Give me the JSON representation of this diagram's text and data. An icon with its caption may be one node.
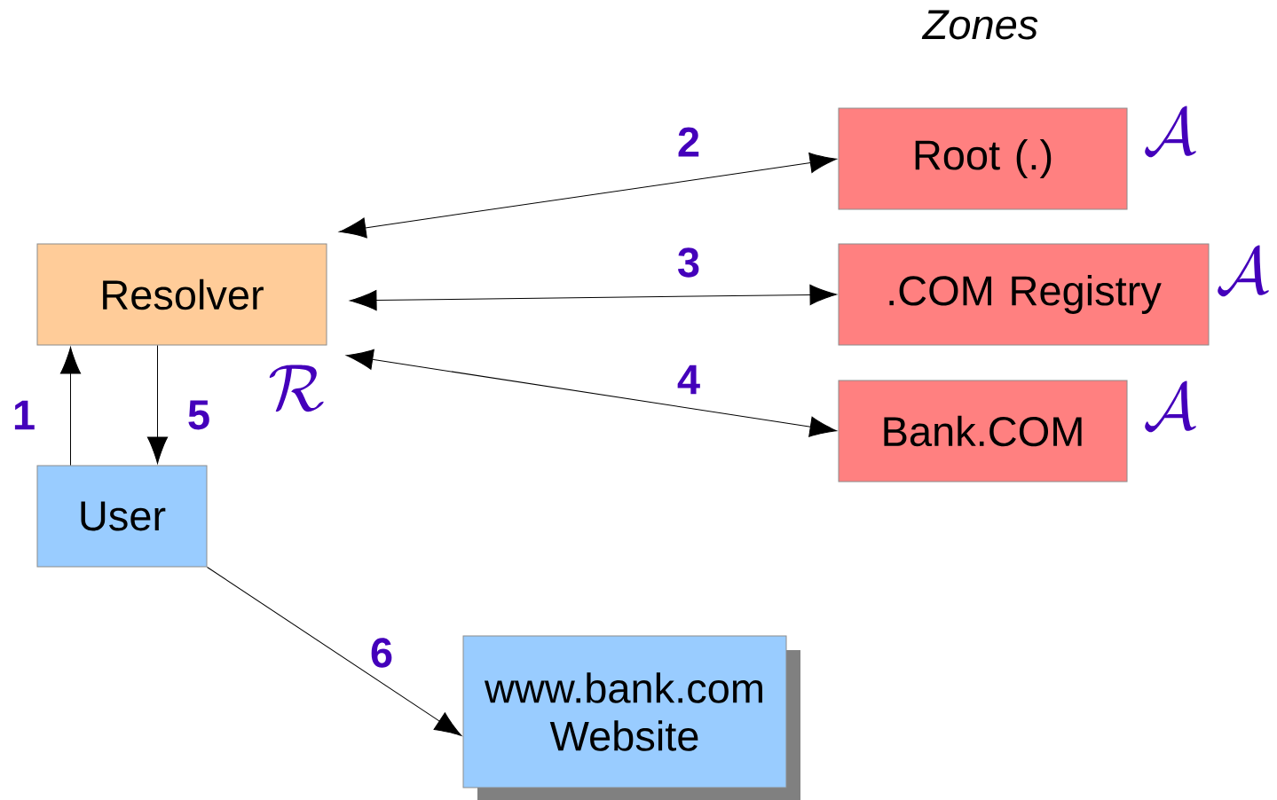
{
  "diagram": {
    "title": "Zones",
    "nodes": [
      {
        "text": [
          "Root (.)"
        ],
        "beside": [
          "\\mathcal{A}"
        ]
      },
      {
        "text": [
          ".COM Registry"
        ],
        "beside": [
          "\\mathcal{A}"
        ]
      },
      {
        "text": [
          "Bank.COM"
        ],
        "beside": [
          "\\mathcal{A}"
        ]
      },
      {
        "text": [
          "Resolver"
        ],
        "beside": [
          "\\mathcal{R}"
        ]
      },
      {
        "text": [
          "User"
        ]
      },
      {
        "text": [
          "www.bank.com Website"
        ]
      }
    ],
    "edges": [
      {
        "from": 3,
        "to": 0,
        "arrow": "both",
        "label": "2"
      },
      {
        "from": 3,
        "to": 1,
        "arrow": "both",
        "label": "3"
      },
      {
        "from": 3,
        "to": 2,
        "arrow": "both",
        "label": "4"
      },
      {
        "from": 4,
        "to": 3,
        "arrow": "to",
        "label": "1"
      },
      {
        "from": 3,
        "to": 4,
        "arrow": "to",
        "label": "5"
      },
      {
        "from": 4,
        "to": 5,
        "arrow": "to",
        "label": "6"
      }
    ]
  }
}
